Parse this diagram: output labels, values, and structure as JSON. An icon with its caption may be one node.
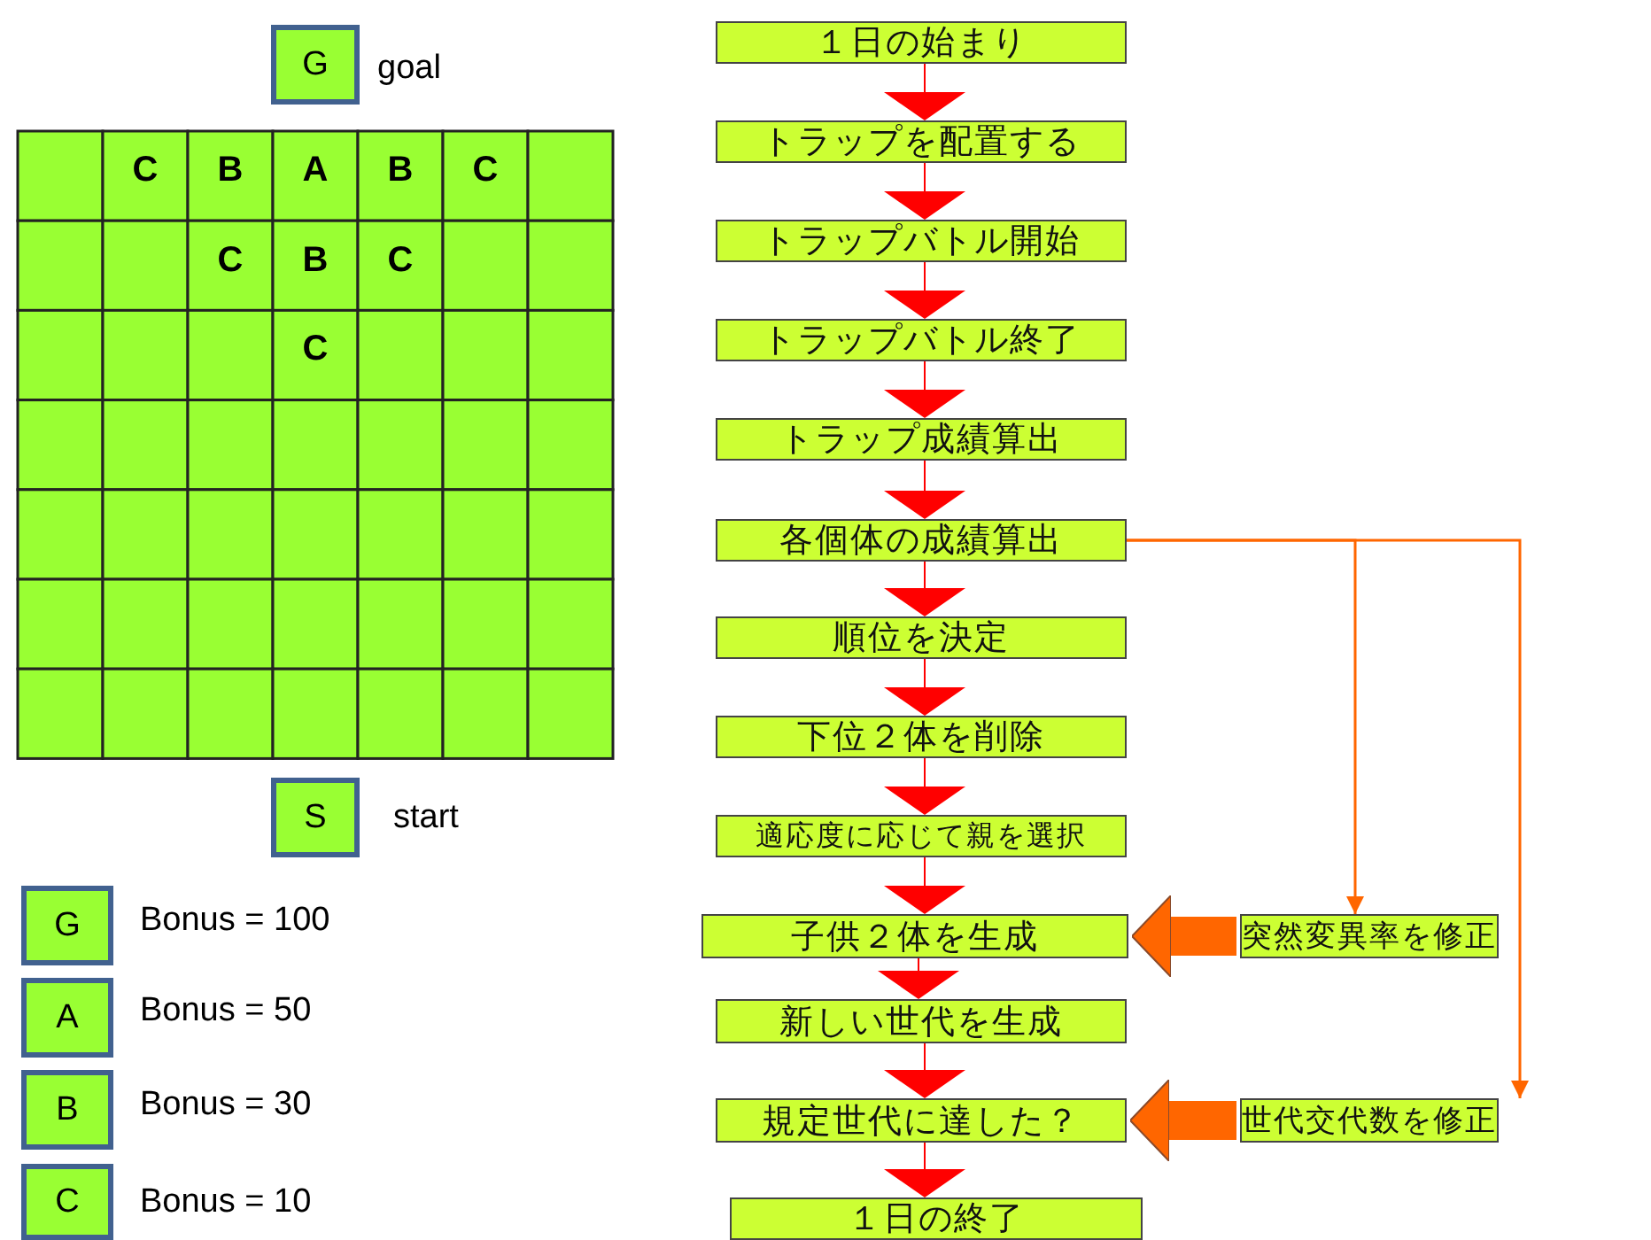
{
  "diagram": {
    "nodes": [
      {
        "text": [
          "G"
        ],
        "beside": [
          "goal"
        ]
      },
      {
        "text": [
          "S"
        ],
        "beside": [
          "start"
        ]
      },
      {
        "text": [
          "G"
        ],
        "beside": [
          "Bonus = 100"
        ]
      },
      {
        "text": [
          "A"
        ],
        "beside": [
          "Bonus = 50"
        ]
      },
      {
        "text": [
          "B"
        ],
        "beside": [
          "Bonus = 30"
        ]
      },
      {
        "text": [
          "C"
        ],
        "beside": [
          "Bonus = 10"
        ]
      },
      {
        "text": [
          "１日の始まり"
        ]
      },
      {
        "text": [
          "トラップを配置する"
        ]
      },
      {
        "text": [
          "トラップバトル開始"
        ]
      },
      {
        "text": [
          "トラップバトル終了"
        ]
      },
      {
        "text": [
          "トラップ成績算出"
        ]
      },
      {
        "text": [
          "各個体の成績算出"
        ]
      },
      {
        "text": [
          "順位を決定"
        ]
      },
      {
        "text": [
          "下位２体を削除"
        ]
      },
      {
        "text": [
          "適応度に応じて親を選択"
        ]
      },
      {
        "text": [
          "子供２体を生成"
        ]
      },
      {
        "text": [
          "新しい世代を生成"
        ]
      },
      {
        "text": [
          "規定世代に達した？"
        ]
      },
      {
        "text": [
          "１日の終了"
        ]
      },
      {
        "text": [
          "突然変異率を修正"
        ]
      },
      {
        "text": [
          "世代交代数を修正"
        ]
      }
    ],
    "edges": [
      {
        "from": 6,
        "to": 7,
        "arrow": "to"
      },
      {
        "from": 7,
        "to": 8,
        "arrow": "to"
      },
      {
        "from": 8,
        "to": 9,
        "arrow": "to"
      },
      {
        "from": 9,
        "to": 10,
        "arrow": "to"
      },
      {
        "from": 10,
        "to": 11,
        "arrow": "to"
      },
      {
        "from": 11,
        "to": 12,
        "arrow": "to"
      },
      {
        "from": 12,
        "to": 13,
        "arrow": "to"
      },
      {
        "from": 13,
        "to": 14,
        "arrow": "to"
      },
      {
        "from": 14,
        "to": 15,
        "arrow": "to"
      },
      {
        "from": 15,
        "to": 16,
        "arrow": "to"
      },
      {
        "from": 16,
        "to": 17,
        "arrow": "to"
      },
      {
        "from": 17,
        "to": 18,
        "arrow": "to"
      },
      {
        "from": 11,
        "to": 19,
        "arrow": "to",
        "color": "#ff6600"
      },
      {
        "from": 11,
        "to": 20,
        "arrow": "to",
        "color": "#ff6600"
      },
      {
        "from": 19,
        "to": 15,
        "arrow": "to",
        "style": "thick",
        "color": "#ff6600"
      },
      {
        "from": 20,
        "to": 17,
        "arrow": "to",
        "style": "thick",
        "color": "#ff6600"
      }
    ],
    "labels": [
      "C",
      "B",
      "A",
      "B",
      "C",
      "C",
      "B",
      "C",
      "C"
    ]
  }
}
